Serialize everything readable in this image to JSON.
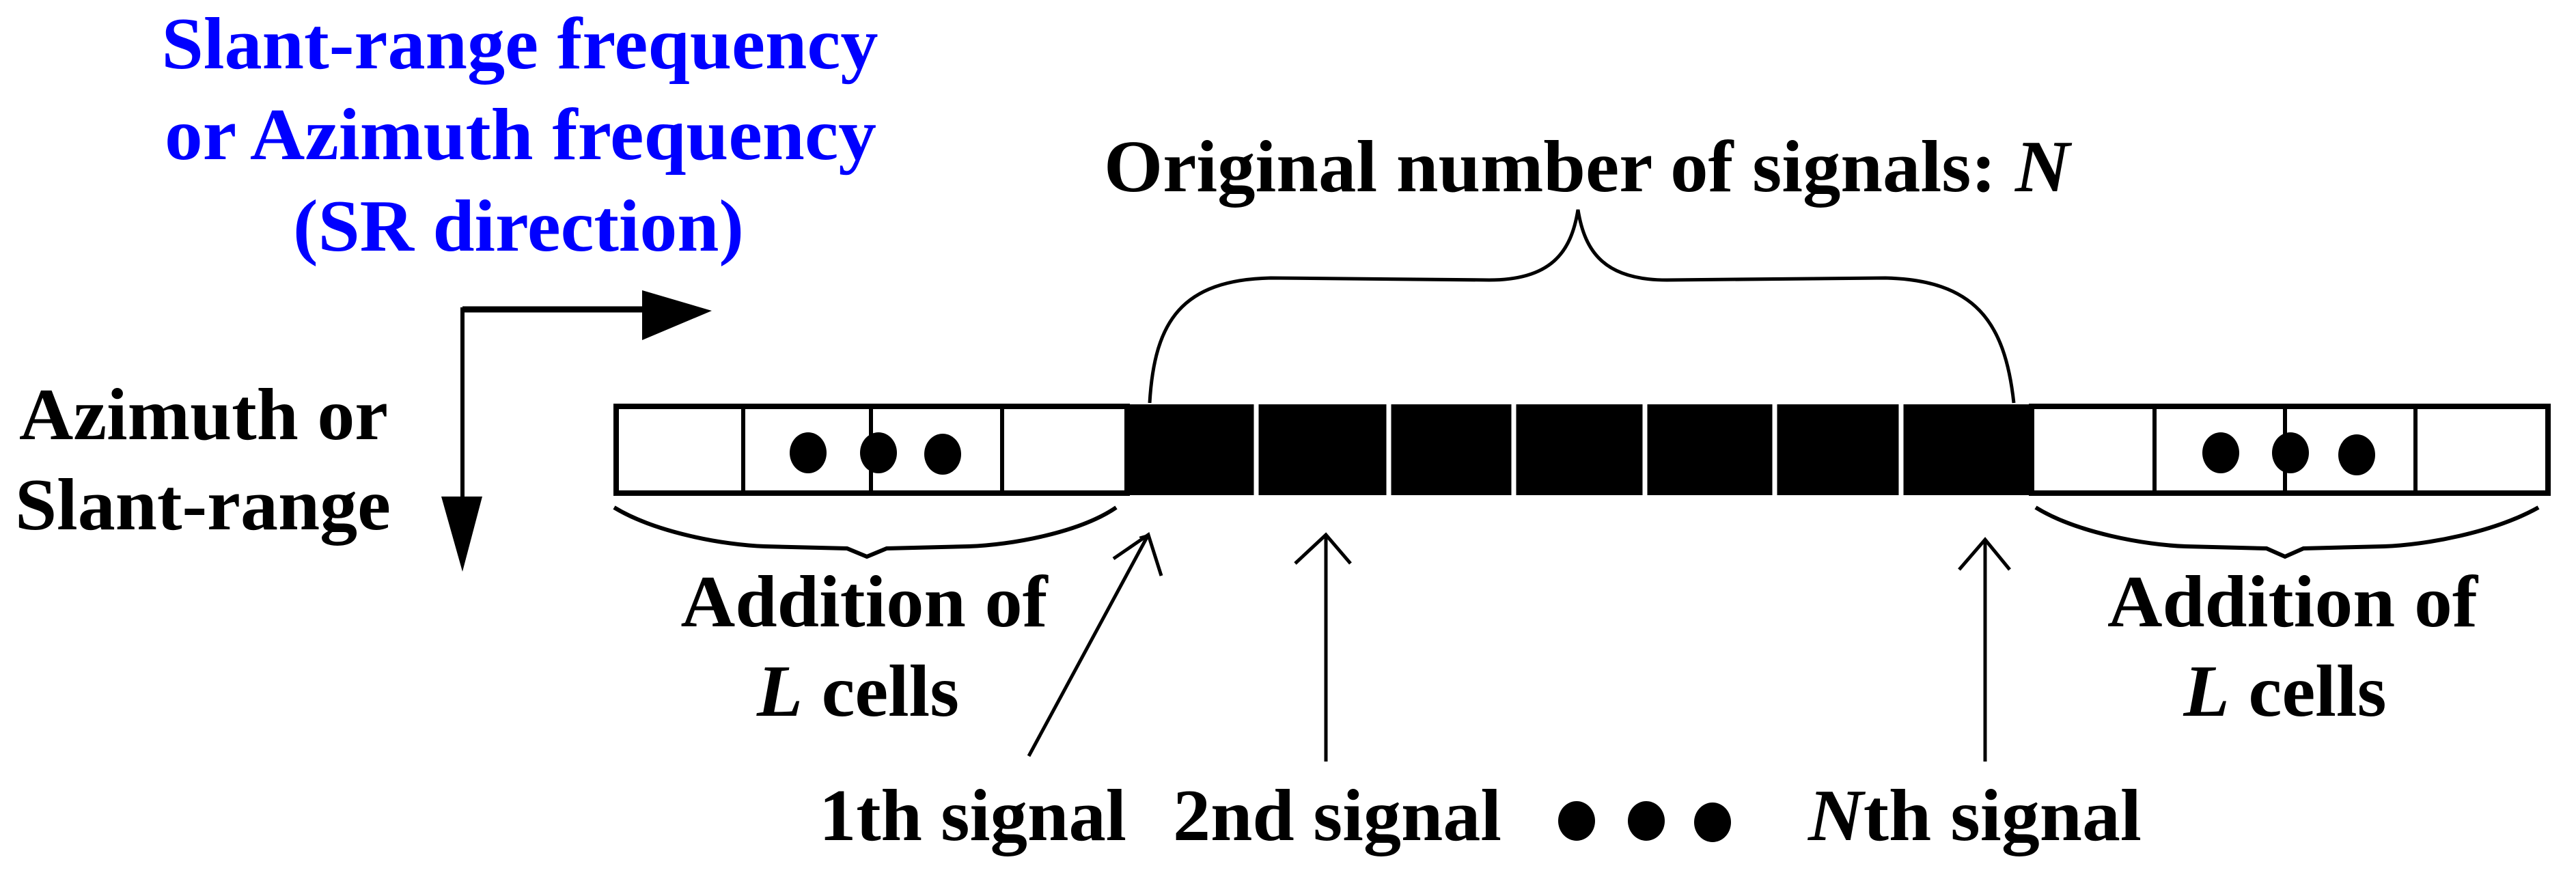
{
  "colors": {
    "heading": "#0000ff",
    "text": "#000000",
    "signal_cell": "#000000",
    "padding_cell": "#ffffff",
    "background": "#ffffff"
  },
  "direction_heading": {
    "lines": [
      "Slant-range frequency",
      "or Azimuth frequency",
      "(SR direction)"
    ]
  },
  "axis_label": {
    "lines": [
      "Azimuth or",
      "Slant-range"
    ]
  },
  "top_brace_label": {
    "text": "Original number of signals: ",
    "variable": "N"
  },
  "left_padding": {
    "line1": "Addition of",
    "variable": "L",
    "line2_suffix": " cells",
    "cells": 4,
    "ellipsis": "● ● ●"
  },
  "right_padding": {
    "line1": "Addition of",
    "variable": "L",
    "line2_suffix": " cells",
    "cells": 4,
    "ellipsis": "● ● ●"
  },
  "signal_cells": {
    "count_shown": 7,
    "fill": "black"
  },
  "signal_labels": [
    {
      "prefix": "",
      "text": "1th signal"
    },
    {
      "prefix": "",
      "text": "2nd signal"
    },
    {
      "prefix": "N",
      "text": "th signal"
    }
  ],
  "bottom_ellipsis": "● ● ●",
  "icons": {
    "horizontal_direction_arrow": "arrow-right-icon",
    "vertical_direction_arrow": "arrow-down-icon",
    "signal_pointer": "arrow-up-icon",
    "group_brace": "curly-brace-icon"
  }
}
